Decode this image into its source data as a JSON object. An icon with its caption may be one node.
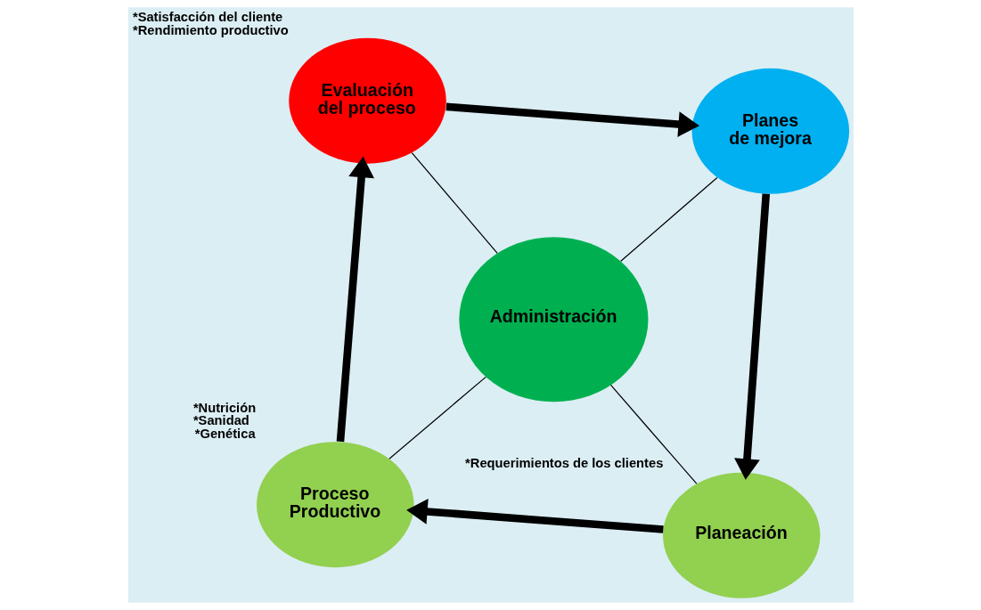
{
  "diagram": {
    "nodes": [
      {
        "text": [
          "Proceso Productivo"
        ],
        "beside": [
          "*Nutrición",
          "*Sanidad",
          "*Genética"
        ]
      },
      {
        "text": [
          "Planeación"
        ],
        "beside": [
          "*Requerimientos de los clientes"
        ]
      },
      {
        "text": [
          "Administración"
        ]
      },
      {
        "text": [
          "Evaluación del proceso"
        ],
        "beside": [
          "*Satisfacción del cliente",
          "*Rendimiento productivo"
        ]
      },
      {
        "text": [
          "Planes de mejora"
        ]
      }
    ],
    "edges": [
      {
        "from": 1,
        "to": 0,
        "arrow": "to",
        "style": "thick"
      },
      {
        "from": 0,
        "to": 3,
        "arrow": "to",
        "style": "thick"
      },
      {
        "from": 3,
        "to": 4,
        "arrow": "to",
        "style": "thick"
      },
      {
        "from": 4,
        "to": 1,
        "arrow": "to",
        "style": "thick"
      },
      {
        "from": 2,
        "to": 0,
        "arrow": "none"
      },
      {
        "from": 2,
        "to": 1,
        "arrow": "none"
      },
      {
        "from": 2,
        "to": 3,
        "arrow": "none"
      },
      {
        "from": 2,
        "to": 4,
        "arrow": "none"
      }
    ]
  }
}
